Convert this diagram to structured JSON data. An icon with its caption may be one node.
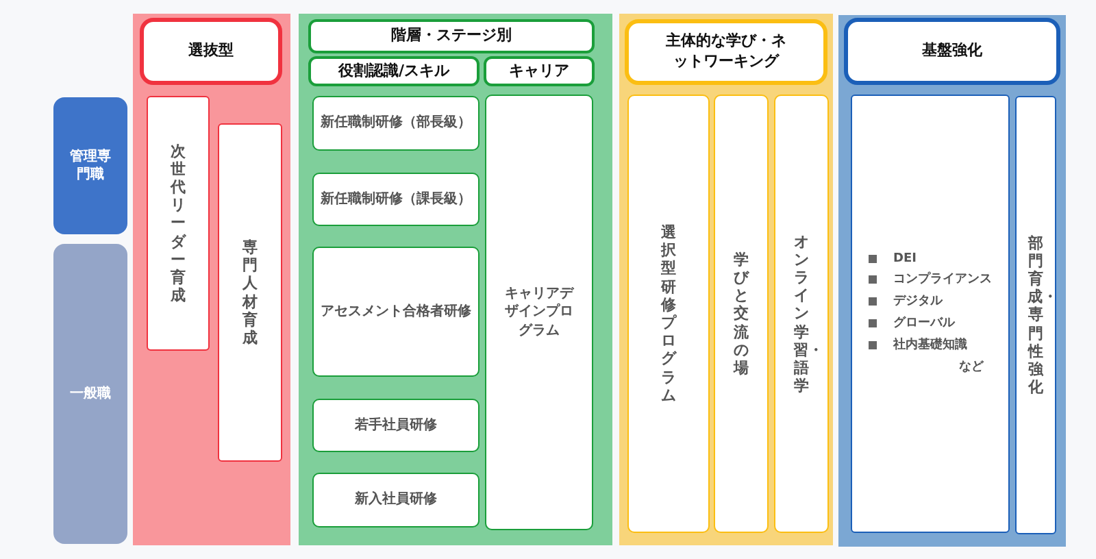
{
  "diagram": {
    "nodes": [
      {
        "text": [
          "管理専門職"
        ]
      },
      {
        "text": [
          "一般職"
        ]
      },
      {
        "text": [],
        "shape": "box"
      },
      {
        "text": [
          "選抜型"
        ],
        "in": 2
      },
      {
        "text": [
          "次世代リーダー育成"
        ],
        "in": 2
      },
      {
        "text": [
          "専門人材育成"
        ],
        "in": 2
      },
      {
        "text": [],
        "shape": "box"
      },
      {
        "text": [
          "階層・ステージ別"
        ],
        "in": 6
      },
      {
        "text": [
          "役割認識/スキル"
        ],
        "in": 6
      },
      {
        "text": [
          "キャリア"
        ],
        "in": 6
      },
      {
        "text": [
          "新任職制研修（部長級）"
        ],
        "in": 6
      },
      {
        "text": [
          "新任職制研修（課長級）"
        ],
        "in": 6
      },
      {
        "text": [
          "アセスメント合格者研修"
        ],
        "in": 6
      },
      {
        "text": [
          "若手社員研修"
        ],
        "in": 6
      },
      {
        "text": [
          "新入社員研修"
        ],
        "in": 6
      },
      {
        "text": [
          "キャリアデザインプログラム"
        ],
        "in": 6
      },
      {
        "text": [],
        "shape": "box"
      },
      {
        "text": [
          "主体的な学び・ネットワーキング"
        ],
        "in": 16
      },
      {
        "text": [
          "選択型研修プログラム"
        ],
        "in": 16
      },
      {
        "text": [
          "学びと交流の場"
        ],
        "in": 16
      },
      {
        "text": [
          "オンライン学習・語学"
        ],
        "in": 16
      },
      {
        "text": [],
        "shape": "box"
      },
      {
        "text": [
          "基盤強化"
        ],
        "in": 21
      },
      {
        "text": [
          "DEI",
          "コンプライアンス",
          "デジタル",
          "グローバル",
          "社内基礎知識",
          "など"
        ],
        "in": 21
      },
      {
        "text": [
          "部門育成・専門性強化"
        ],
        "in": 21
      }
    ]
  }
}
